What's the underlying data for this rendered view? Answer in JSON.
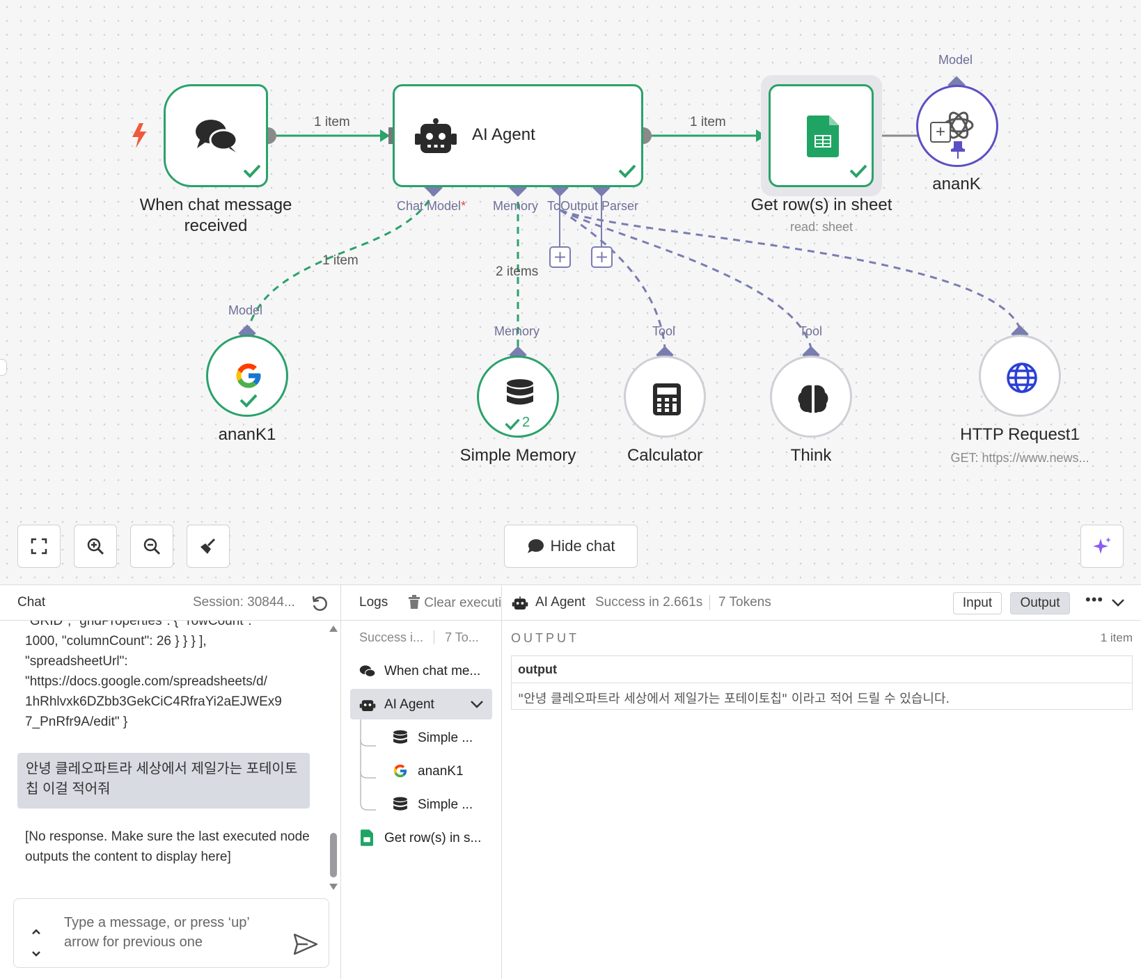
{
  "canvas": {
    "nodes": {
      "trigger": {
        "title_line1": "When chat message",
        "title_line2": "received"
      },
      "agent": {
        "title": "AI Agent"
      },
      "sheet": {
        "title": "Get row(s) in sheet",
        "subtitle": "read: sheet"
      },
      "anank": {
        "title": "ananK",
        "port_label": "Model"
      },
      "anank1": {
        "title": "ananK1",
        "port_label": "Model"
      },
      "memory": {
        "title": "Simple Memory",
        "port_label": "Memory",
        "run_count": "2"
      },
      "calculator": {
        "title": "Calculator",
        "port_label": "Tool"
      },
      "think": {
        "title": "Think",
        "port_label": "Tool"
      },
      "http": {
        "title": "HTTP Request1",
        "subtitle": "GET: https://www.news..."
      }
    },
    "agent_ports": {
      "chat_model": "Chat Model",
      "required_mark": "*",
      "memory": "Memory",
      "tool": "Tc",
      "output_parser": "Output Parser"
    },
    "edge_labels": {
      "trigger_to_agent": "1 item",
      "agent_to_sheet": "1 item",
      "model_link": "1 item",
      "memory_link": "2 items"
    },
    "controls": {
      "hide_chat": "Hide chat"
    },
    "colors": {
      "success": "#2aa26a",
      "port": "#7a7db0",
      "accent_purple": "#5b4fc4",
      "trigger": "#ef5a3c"
    }
  },
  "chat": {
    "header_title": "Chat",
    "session": "Session: 30844...",
    "lines_top": [
      "\"GRID\", \"gridProperties\": { \"rowCount\":",
      "1000, \"columnCount\": 26 } } } ],",
      "\"spreadsheetUrl\":",
      "\"https://docs.google.com/spreadsheets/d/",
      "1hRhlvxk6DZbb3GekCiC4RfraYi2aEJWEx9",
      "7_PnRfr9A/edit\" }"
    ],
    "user_message": "안녕 클레오파트라 세상에서 제일가는 포테이토칩 이걸 적어줘",
    "bot_message": "[No response. Make sure the last executed node outputs the content to display here]",
    "input_placeholder": "Type a message, or press ‘up’ arrow for previous one"
  },
  "logs": {
    "header_title": "Logs",
    "clear_label": "Clear executi",
    "summary_status": "Success i...",
    "summary_tokens": "7 To...",
    "items": [
      {
        "label": "When chat me...",
        "icon": "chat-icon"
      },
      {
        "label": "AI Agent",
        "icon": "robot-icon"
      },
      {
        "label": "Simple ...",
        "icon": "database-icon"
      },
      {
        "label": "ananK1",
        "icon": "google-icon"
      },
      {
        "label": "Simple ...",
        "icon": "database-icon"
      },
      {
        "label": "Get row(s) in s...",
        "icon": "sheets-icon"
      }
    ]
  },
  "output": {
    "node_name": "AI Agent",
    "status": "Success in 2.661s",
    "tokens": "7 Tokens",
    "input_btn": "Input",
    "output_btn": "Output",
    "section_label": "OUTPUT",
    "item_count": "1 item",
    "column": "output",
    "value": "\"안녕 클레오파트라 세상에서 제일가는 포테이토칩\" 이라고 적어 드릴 수 있습니다."
  }
}
